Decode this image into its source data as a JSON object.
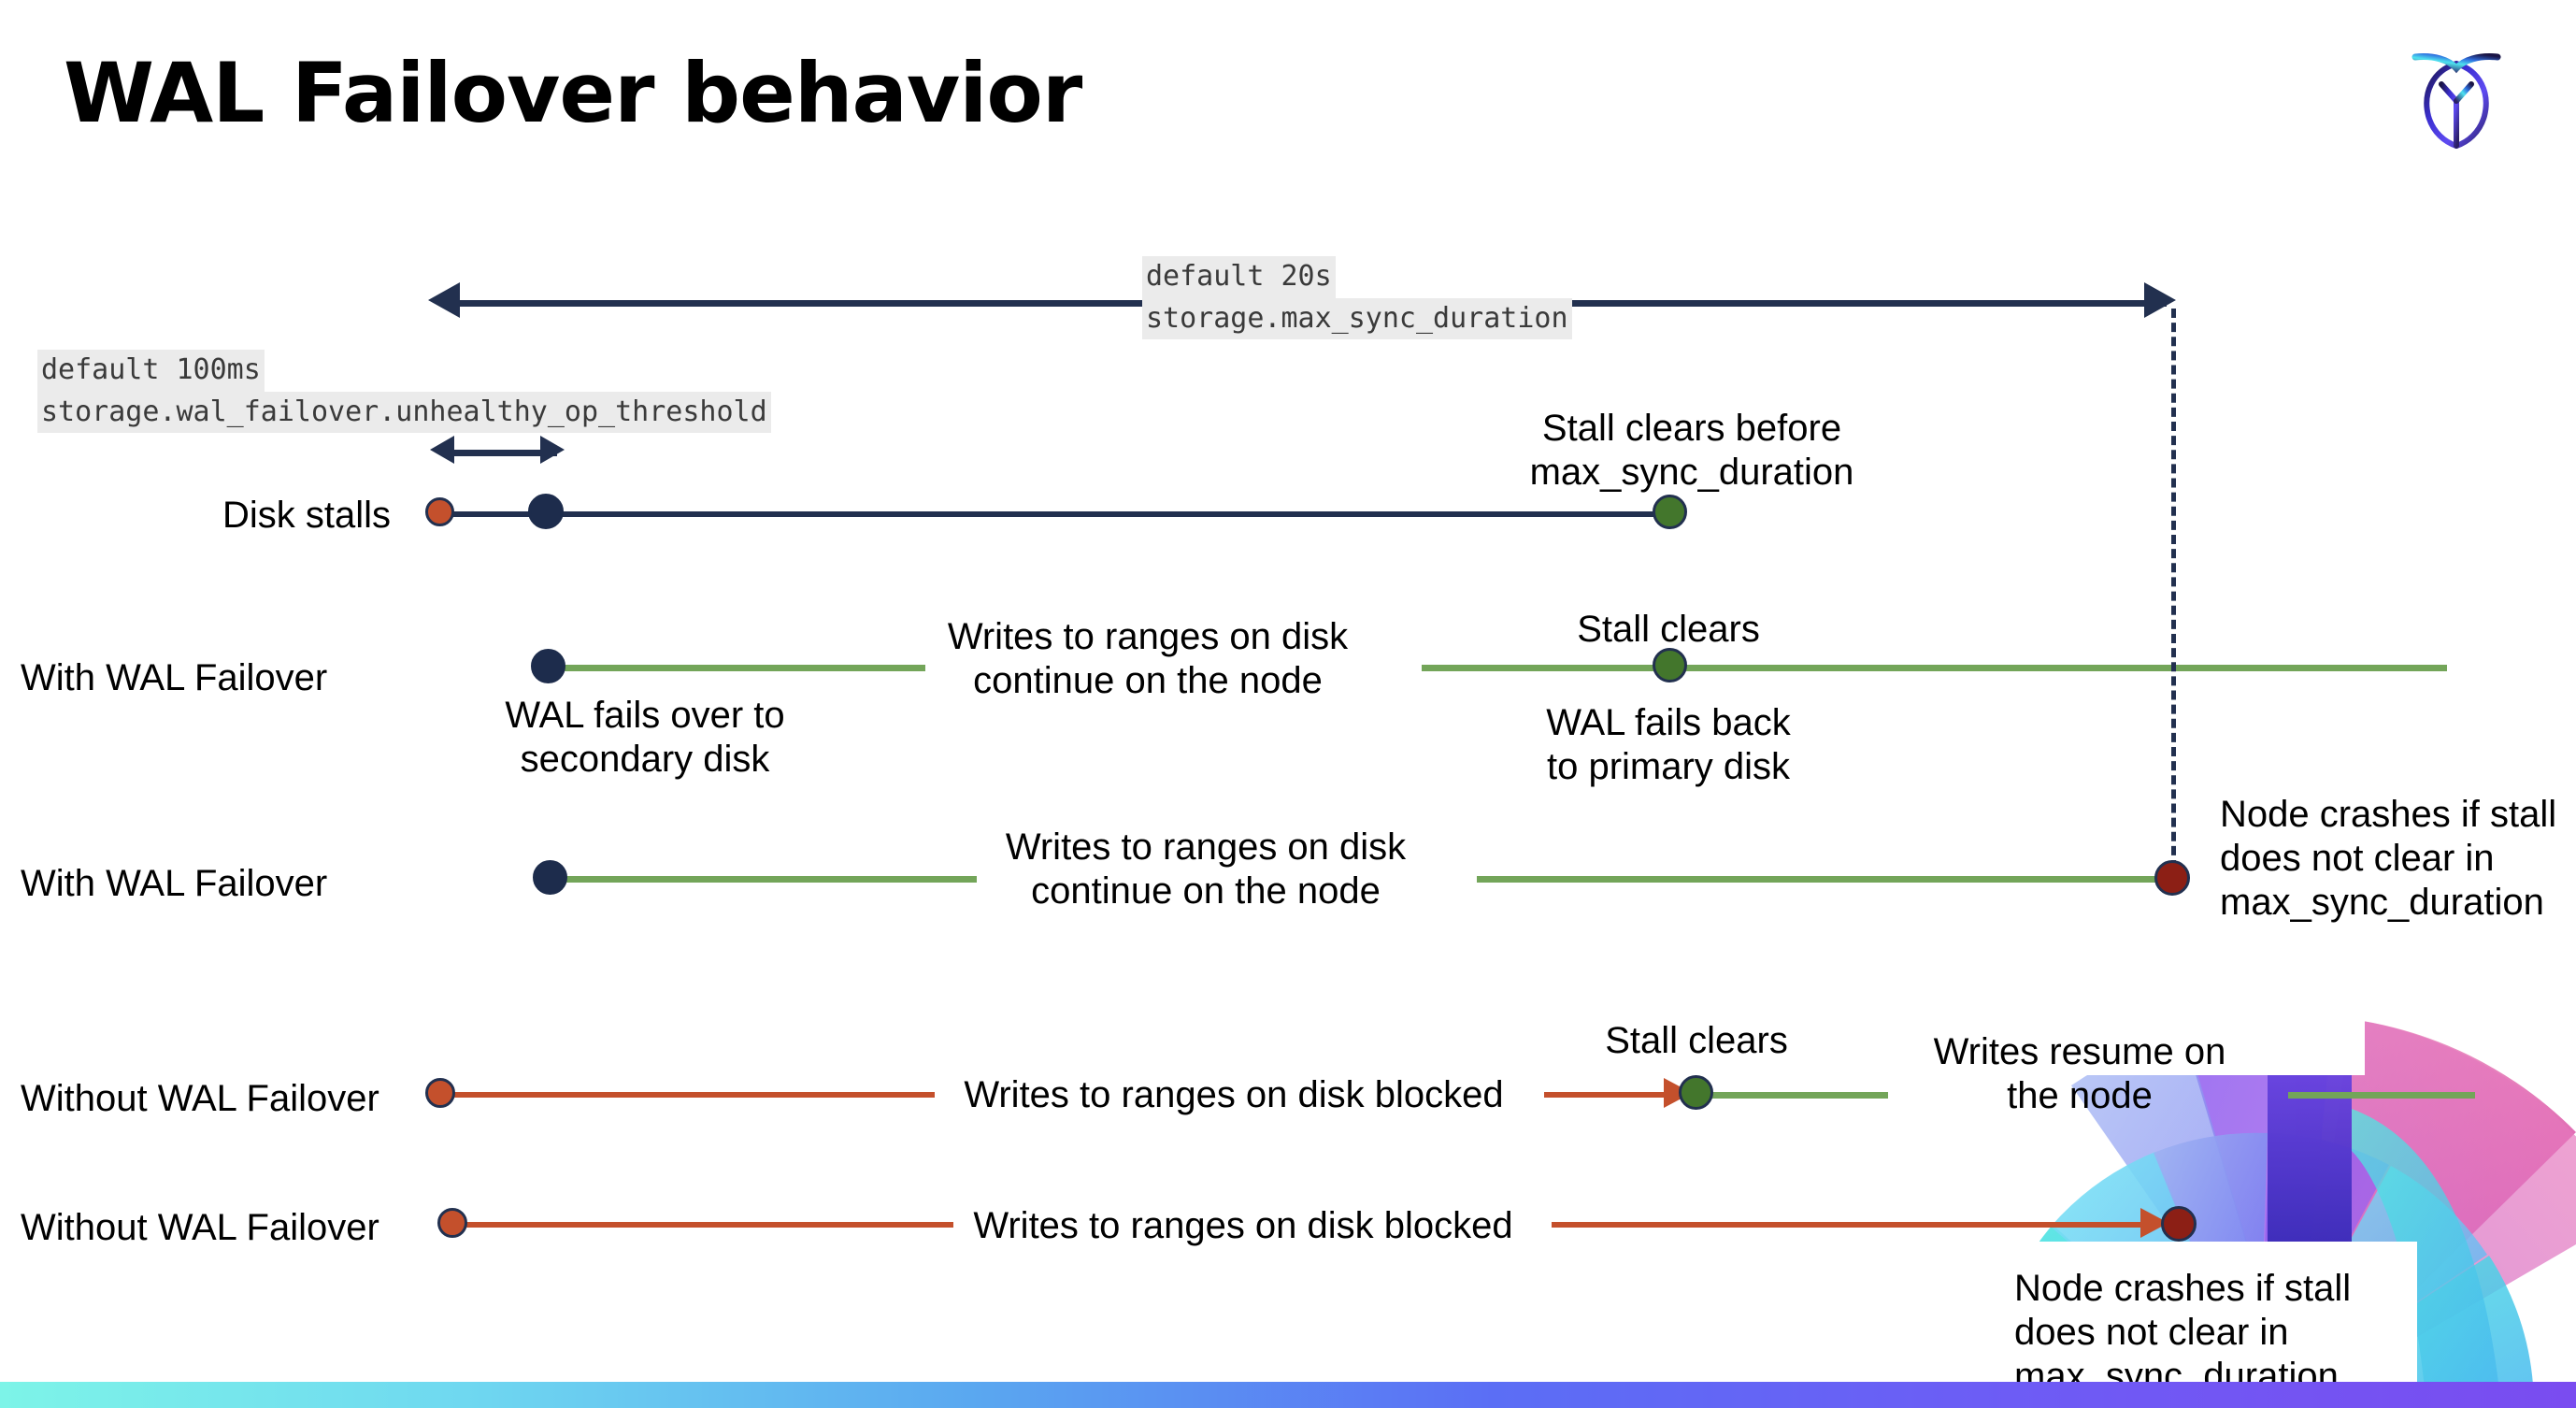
{
  "slide": {
    "title": "WAL Failover behavior",
    "logo_icon": "cockroach-labs-logo",
    "background": "#ffffff"
  },
  "colors": {
    "navy": "#22304f",
    "green_line": "#73a559",
    "orange_line": "#c4502c",
    "dot_navy": "#1d2c4c",
    "dot_orange": "#c4502c",
    "dot_green": "#43762c",
    "dot_darkred": "#8c1f15",
    "code_bg": "#ebebeb"
  },
  "settings": {
    "max_sync_duration": {
      "default_label": "default 20s",
      "name": "storage.max_sync_duration"
    },
    "unhealthy_op_threshold": {
      "default_label": "default 100ms",
      "name": "storage.wal_failover.unhealthy_op_threshold"
    }
  },
  "rows": [
    {
      "id": "disk-stalls",
      "label": "Disk stalls",
      "annotations": [
        "Stall clears before",
        "max_sync_duration"
      ]
    },
    {
      "id": "with-wal-failover-recovers",
      "label": "With WAL Failover",
      "annotations": [
        "Writes to ranges on disk",
        "continue on the node",
        "WAL fails over to",
        "secondary disk",
        "Stall clears",
        "WAL fails  back",
        "to primary disk"
      ]
    },
    {
      "id": "with-wal-failover-crashes",
      "label": "With WAL Failover",
      "annotations": [
        "Writes to ranges on disk",
        "continue on the node",
        "Node crashes if stall",
        "does not clear in",
        "max_sync_duration"
      ]
    },
    {
      "id": "without-wal-failover-recovers",
      "label": "Without WAL Failover",
      "annotations": [
        "Writes to ranges on disk  blocked",
        "Stall clears",
        "Writes resume on",
        "the node"
      ]
    },
    {
      "id": "without-wal-failover-crashes",
      "label": "Without WAL Failover",
      "annotations": [
        "Writes to ranges on disk  blocked",
        "Node crashes if stall",
        "does not clear in",
        "max_sync_duration"
      ]
    }
  ],
  "text": {
    "disk_stalls": "Disk stalls",
    "with_wal_failover": "With WAL Failover",
    "without_wal_failover": "Without WAL Failover",
    "stall_clears_before": "Stall clears before",
    "max_sync_duration_word": "max_sync_duration",
    "writes_continue_1": "Writes to ranges on disk",
    "writes_continue_2": "continue on the node",
    "wal_fails_over_1": "WAL fails over to",
    "wal_fails_over_2": "secondary disk",
    "stall_clears": "Stall clears",
    "wal_fails_back_1": "WAL fails  back",
    "wal_fails_back_2": "to primary disk",
    "node_crashes_1": "Node crashes if stall",
    "node_crashes_2": "does not clear in",
    "node_crashes_3": "max_sync_duration",
    "writes_blocked": "Writes to ranges on disk  blocked",
    "writes_resume_1": "Writes resume on",
    "writes_resume_2": "the node"
  }
}
